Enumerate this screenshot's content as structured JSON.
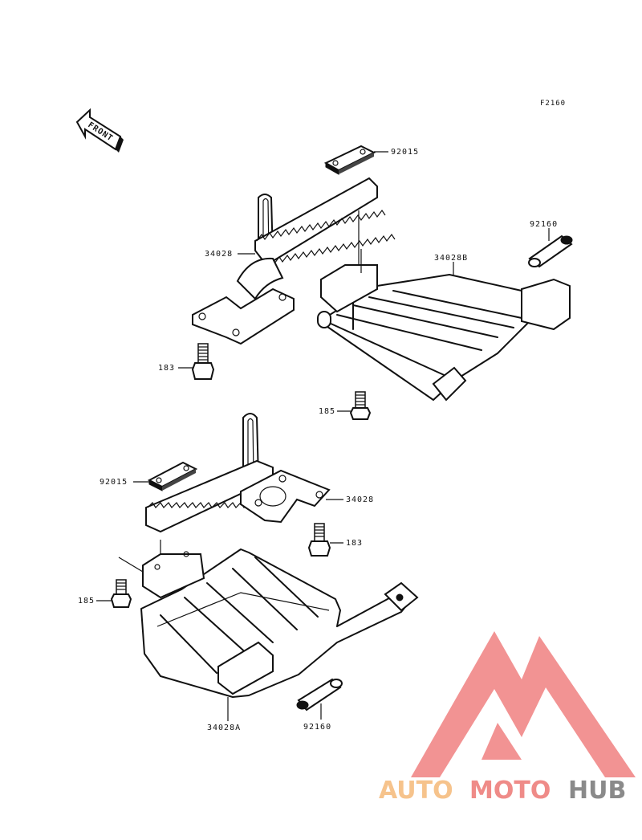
{
  "figure_code": "F2160",
  "front_indicator": "FRONT",
  "callouts": {
    "top": {
      "pad_92015": "92015",
      "step_34028": "34028",
      "guard_34028B": "34028B",
      "collar_92160": "92160",
      "bolt_183": "183",
      "bolt_185": "185"
    },
    "bottom": {
      "pad_92015": "92015",
      "step_34028": "34028",
      "bolt_183": "183",
      "bolt_185": "185",
      "guard_34028A": "34028A",
      "collar_92160": "92160"
    }
  },
  "watermark": {
    "part1": "AUTO",
    "part2": "MOTO",
    "part3": "HUB",
    "colors": {
      "logo_red": "#f08080",
      "auto": "#f6c38c",
      "moto": "#ef8b88",
      "hub": "#8a8a8a"
    }
  }
}
